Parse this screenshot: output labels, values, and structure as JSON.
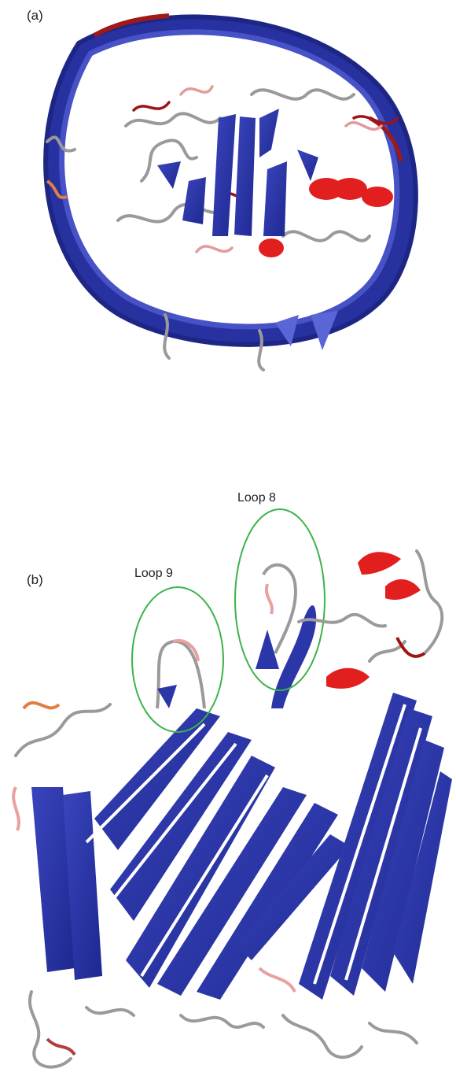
{
  "panel_a": {
    "label": "(a)"
  },
  "panel_b": {
    "label": "(b)",
    "loops": [
      {
        "label": "Loop 9"
      },
      {
        "label": "Loop 8"
      }
    ]
  },
  "colors": {
    "strand": "#2b36a8",
    "strand_light": "#4a55c9",
    "helix": "#e21f1f",
    "coil": "#9a9a9a",
    "coil_pink": "#e8a0a0",
    "coil_dark_red": "#9e1414",
    "coil_orange": "#e08040",
    "highlight_ring": "#3cb34a"
  }
}
